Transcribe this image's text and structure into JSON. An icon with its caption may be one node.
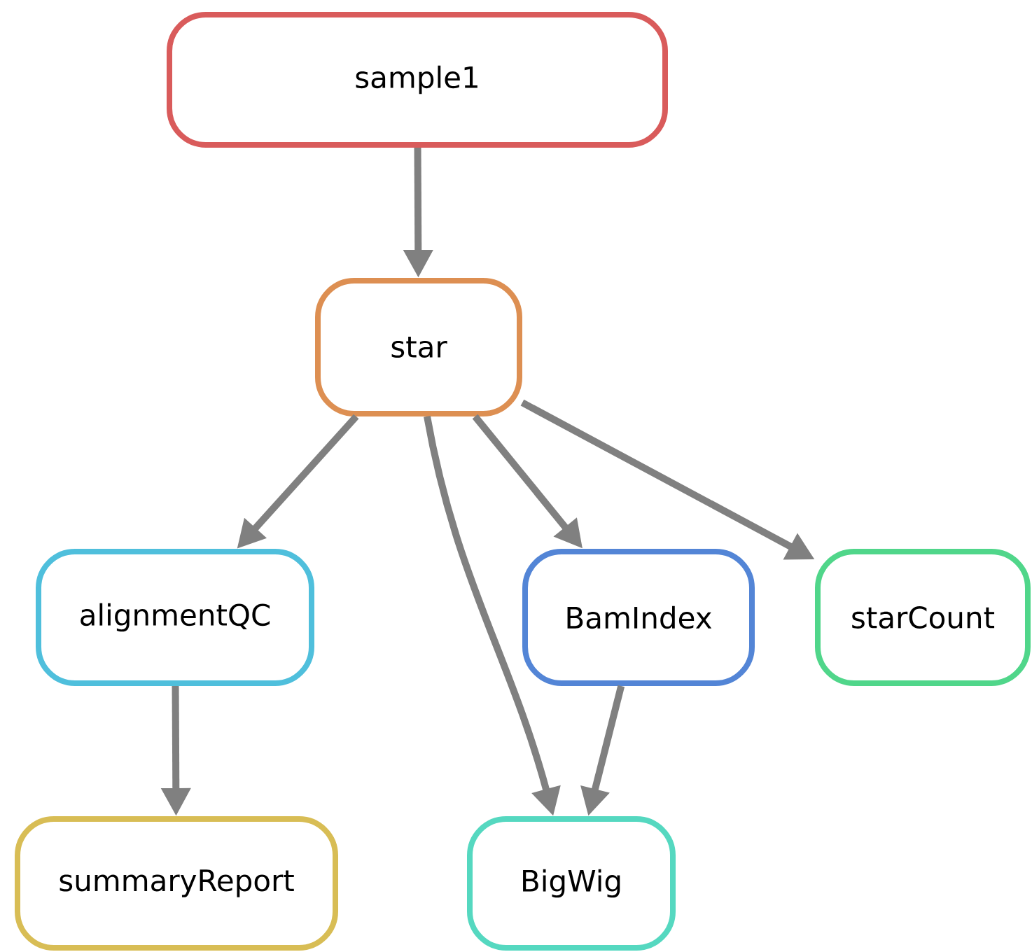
{
  "diagram": {
    "nodes": [
      {
        "text": [
          "sample1"
        ]
      },
      {
        "text": [
          "star"
        ]
      },
      {
        "text": [
          "alignmentQC"
        ]
      },
      {
        "text": [
          "BamIndex"
        ]
      },
      {
        "text": [
          "starCount"
        ]
      },
      {
        "text": [
          "summaryReport"
        ]
      },
      {
        "text": [
          "BigWig"
        ]
      }
    ],
    "edges": [
      {
        "from": 0,
        "to": 1,
        "arrow": "to"
      },
      {
        "from": 1,
        "to": 2,
        "arrow": "to"
      },
      {
        "from": 1,
        "to": 6,
        "arrow": "to"
      },
      {
        "from": 1,
        "to": 3,
        "arrow": "to"
      },
      {
        "from": 1,
        "to": 4,
        "arrow": "to"
      },
      {
        "from": 2,
        "to": 5,
        "arrow": "to"
      },
      {
        "from": 3,
        "to": 6,
        "arrow": "to"
      }
    ]
  }
}
